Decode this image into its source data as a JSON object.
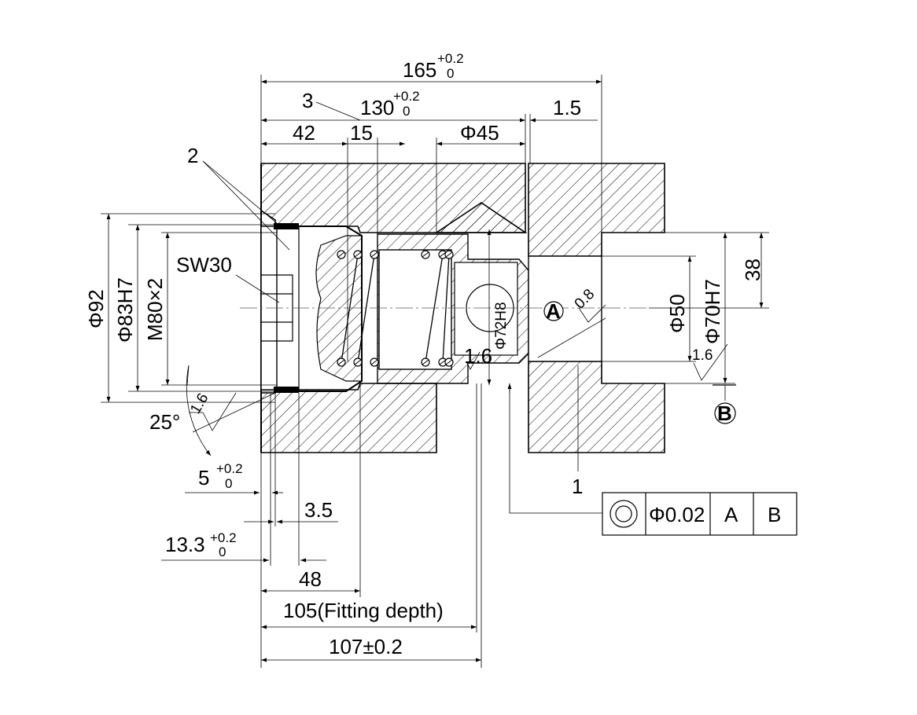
{
  "dimensions": {
    "overall_length": {
      "value": "165",
      "tol_upper": "+0.2",
      "tol_lower": "0"
    },
    "bore_length": {
      "value": "130",
      "tol_upper": "+0.2",
      "tol_lower": "0"
    },
    "shoulder": "1.5",
    "thread_length": "42",
    "seat_length": "15",
    "drill_diameter": "Φ45",
    "dia_92": "Φ92",
    "dia_83": "Φ83H7",
    "thread_size": "M80×2",
    "wrench": "SW30",
    "chamfer_angle": "25°",
    "groove": {
      "value": "5",
      "tol_upper": "+0.2",
      "tol_lower": "0"
    },
    "groove_width": "3.5",
    "groove_depth": {
      "value": "13.3",
      "tol_upper": "+0.2",
      "tol_lower": "0"
    },
    "depth_48": "48",
    "fitting_depth": "105(Fitting depth)",
    "total_depth": "107±0.2",
    "dia_72": "Φ72H8",
    "dia_50": "Φ50",
    "dia_70": "Φ70H7",
    "height_38": "38"
  },
  "roughness": {
    "r1": "1.6",
    "r2": "0.8",
    "r3": "1.6",
    "r4": "1.6"
  },
  "datums": {
    "a": "A",
    "b": "B"
  },
  "callouts": {
    "item1": "1",
    "item2": "2",
    "item3": "3"
  },
  "tolerance_frame": {
    "symbol": "concentricity-icon",
    "value": "Φ0.02",
    "datum1": "A",
    "datum2": "B"
  }
}
